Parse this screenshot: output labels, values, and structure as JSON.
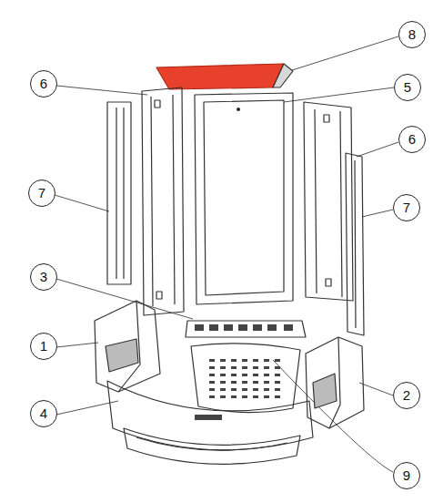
{
  "diagram": {
    "labels": [
      "8",
      "6",
      "5",
      "6",
      "7",
      "7",
      "3",
      "1",
      "2",
      "4",
      "9"
    ]
  }
}
